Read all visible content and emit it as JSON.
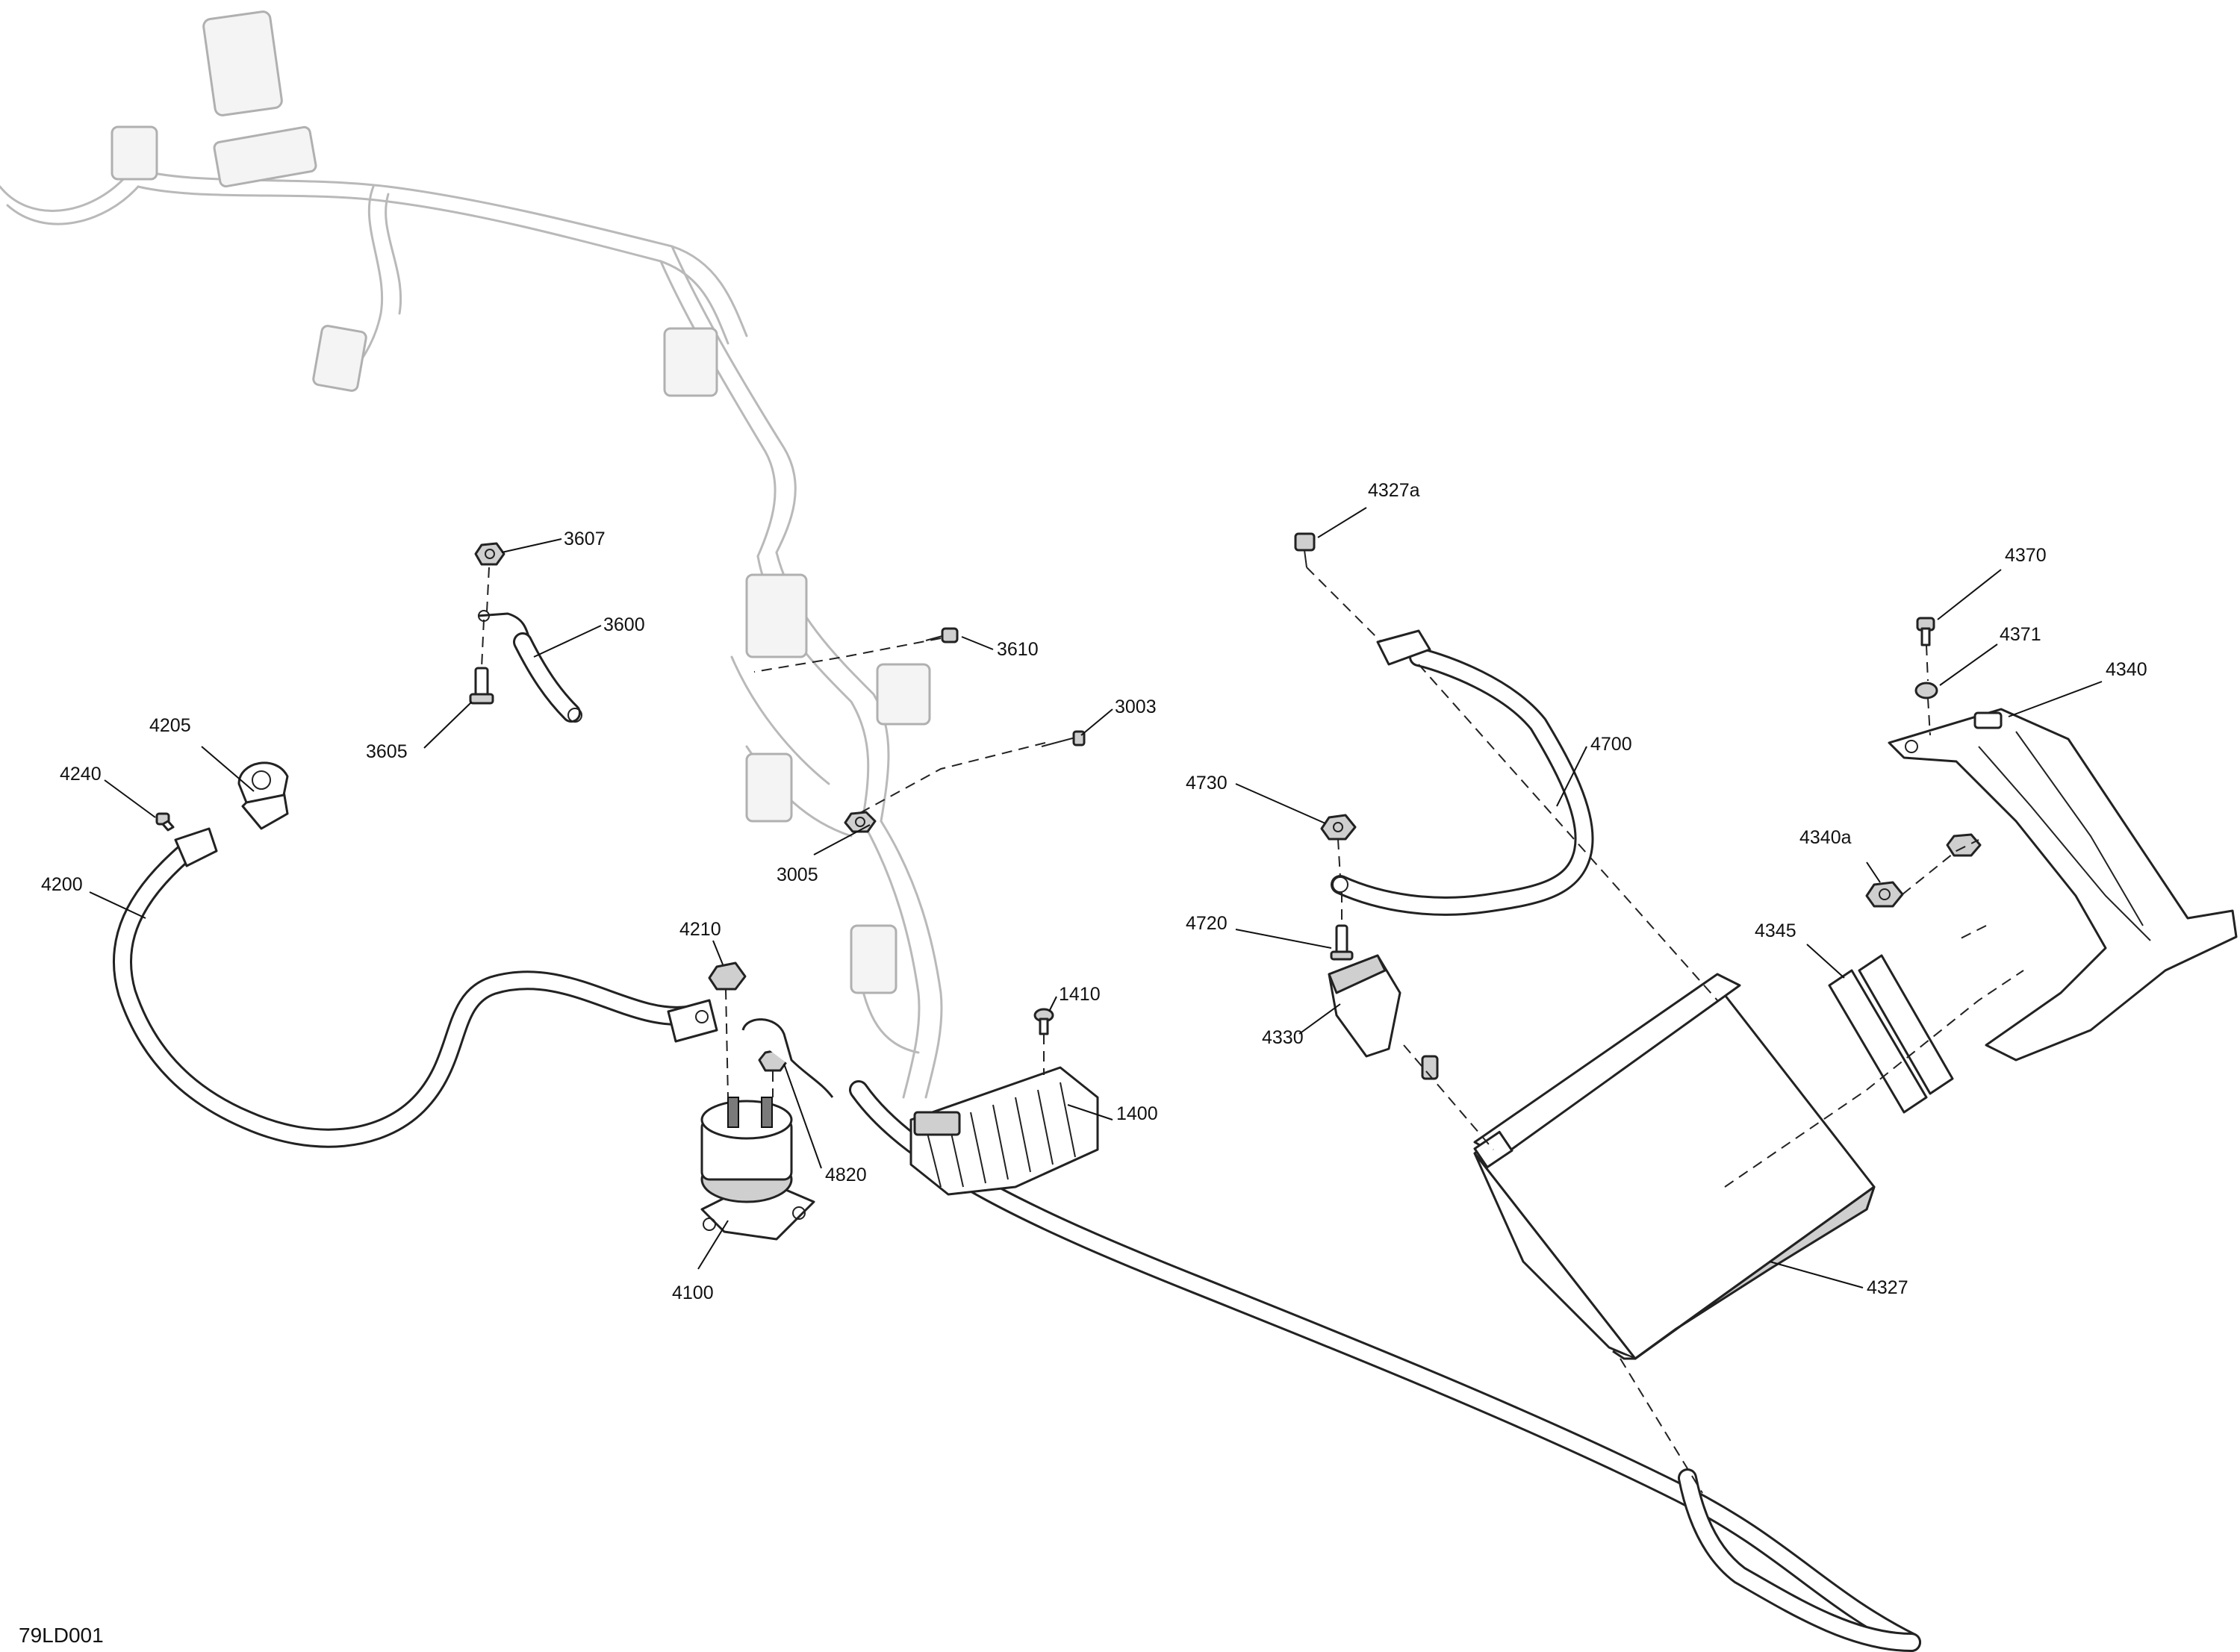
{
  "figure_id": "79LD001",
  "callouts": [
    {
      "id": "c3607",
      "text": "3607"
    },
    {
      "id": "c3600",
      "text": "3600"
    },
    {
      "id": "c3605",
      "text": "3605"
    },
    {
      "id": "c3610",
      "text": "3610"
    },
    {
      "id": "c3003",
      "text": "3003"
    },
    {
      "id": "c3005",
      "text": "3005"
    },
    {
      "id": "c4205",
      "text": "4205"
    },
    {
      "id": "c4240",
      "text": "4240"
    },
    {
      "id": "c4200",
      "text": "4200"
    },
    {
      "id": "c4210",
      "text": "4210"
    },
    {
      "id": "c1410",
      "text": "1410"
    },
    {
      "id": "c1400",
      "text": "1400"
    },
    {
      "id": "c4820",
      "text": "4820"
    },
    {
      "id": "c4100",
      "text": "4100"
    },
    {
      "id": "c4327a",
      "text": "4327a"
    },
    {
      "id": "c4700",
      "text": "4700"
    },
    {
      "id": "c4730",
      "text": "4730"
    },
    {
      "id": "c4720",
      "text": "4720"
    },
    {
      "id": "c4330",
      "text": "4330"
    },
    {
      "id": "c4327",
      "text": "4327"
    },
    {
      "id": "c4370",
      "text": "4370"
    },
    {
      "id": "c4371",
      "text": "4371"
    },
    {
      "id": "c4340",
      "text": "4340"
    },
    {
      "id": "c4340a",
      "text": "4340a"
    },
    {
      "id": "c4345",
      "text": "4345"
    }
  ]
}
